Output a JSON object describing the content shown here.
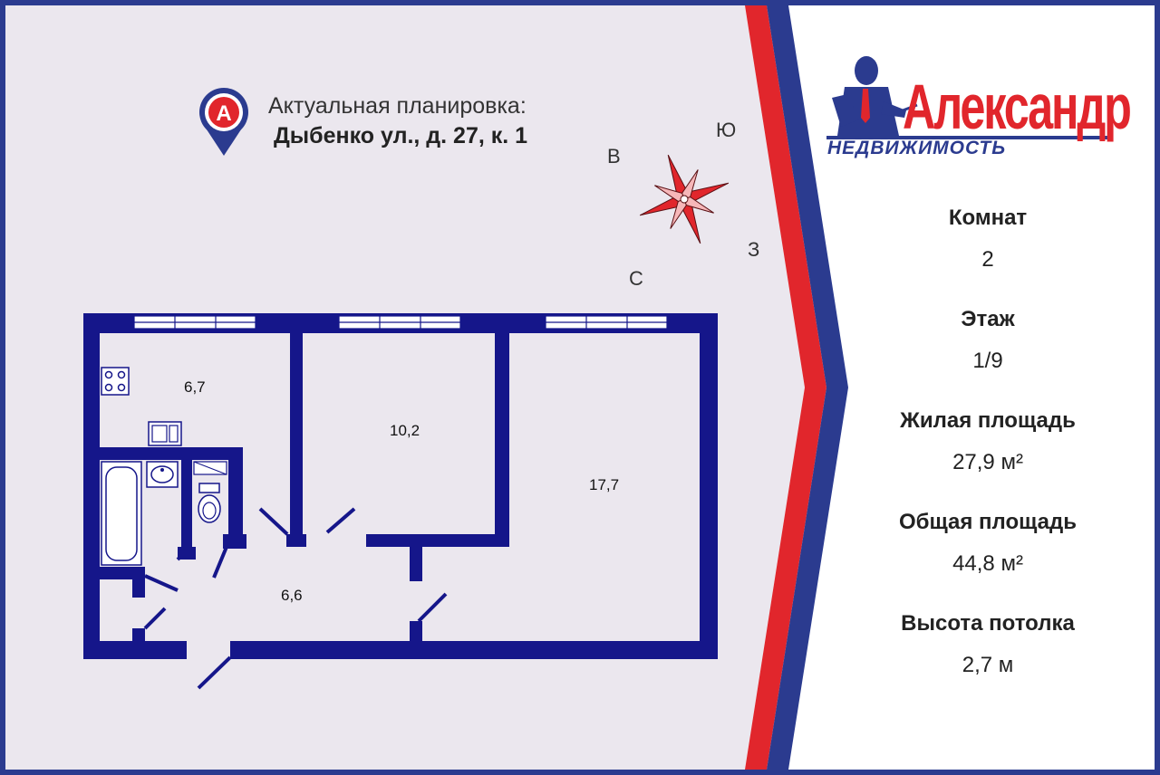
{
  "header": {
    "title": "Актуальная планировка:",
    "address": "Дыбенко ул., д. 27, к. 1",
    "pin_letter": "A"
  },
  "compass": {
    "north": "С",
    "south": "Ю",
    "east": "В",
    "west": "З"
  },
  "rooms": {
    "kitchen": "6,7",
    "room_small": "10,2",
    "room_large": "17,7",
    "hall": "6,6"
  },
  "brand": {
    "name": "Александр",
    "subtitle": "НЕДВИЖИМОСТЬ"
  },
  "info": [
    {
      "label": "Комнат",
      "value": "2"
    },
    {
      "label": "Этаж",
      "value": "1/9"
    },
    {
      "label": "Жилая площадь",
      "value": "27,9 м²"
    },
    {
      "label": "Общая площадь",
      "value": "44,8 м²"
    },
    {
      "label": "Высота потолка",
      "value": "2,7 м"
    }
  ],
  "colors": {
    "wall": "#15168a",
    "accent_red": "#e1262c",
    "accent_blue": "#2b3b8f",
    "background": "#ebe7ee"
  }
}
